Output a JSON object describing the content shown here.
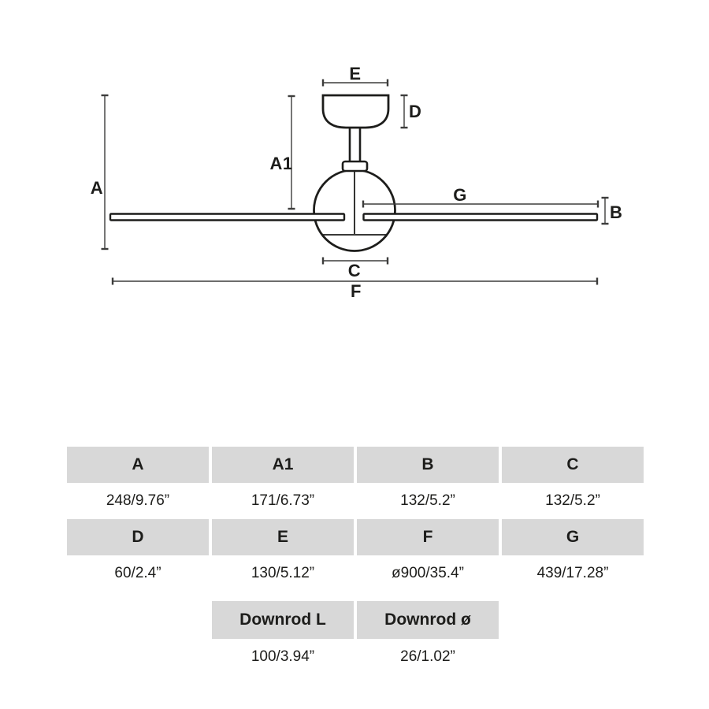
{
  "diagram": {
    "labels": {
      "A": "A",
      "A1": "A1",
      "B": "B",
      "C": "C",
      "D": "D",
      "E": "E",
      "F": "F",
      "G": "G"
    }
  },
  "table": {
    "rows": [
      {
        "cells": [
          "A",
          "A1",
          "B",
          "C"
        ]
      },
      {
        "cells": [
          "248/9.76”",
          "171/6.73”",
          "132/5.2”",
          "132/5.2”"
        ]
      },
      {
        "cells": [
          "D",
          "E",
          "F",
          "G"
        ]
      },
      {
        "cells": [
          "60/2.4”",
          "130/5.12”",
          "ø900/35.4”",
          "439/17.28”"
        ]
      },
      {
        "cells": [
          "Downrod L",
          "Downrod ø"
        ]
      },
      {
        "cells": [
          "100/3.94”",
          "26/1.02”"
        ]
      }
    ]
  },
  "colors": {
    "header_bg": "#d8d8d8",
    "text": "#1d1d1b",
    "drawing_stroke": "#1d1d1b",
    "dimension_line": "#3d3d3c"
  }
}
